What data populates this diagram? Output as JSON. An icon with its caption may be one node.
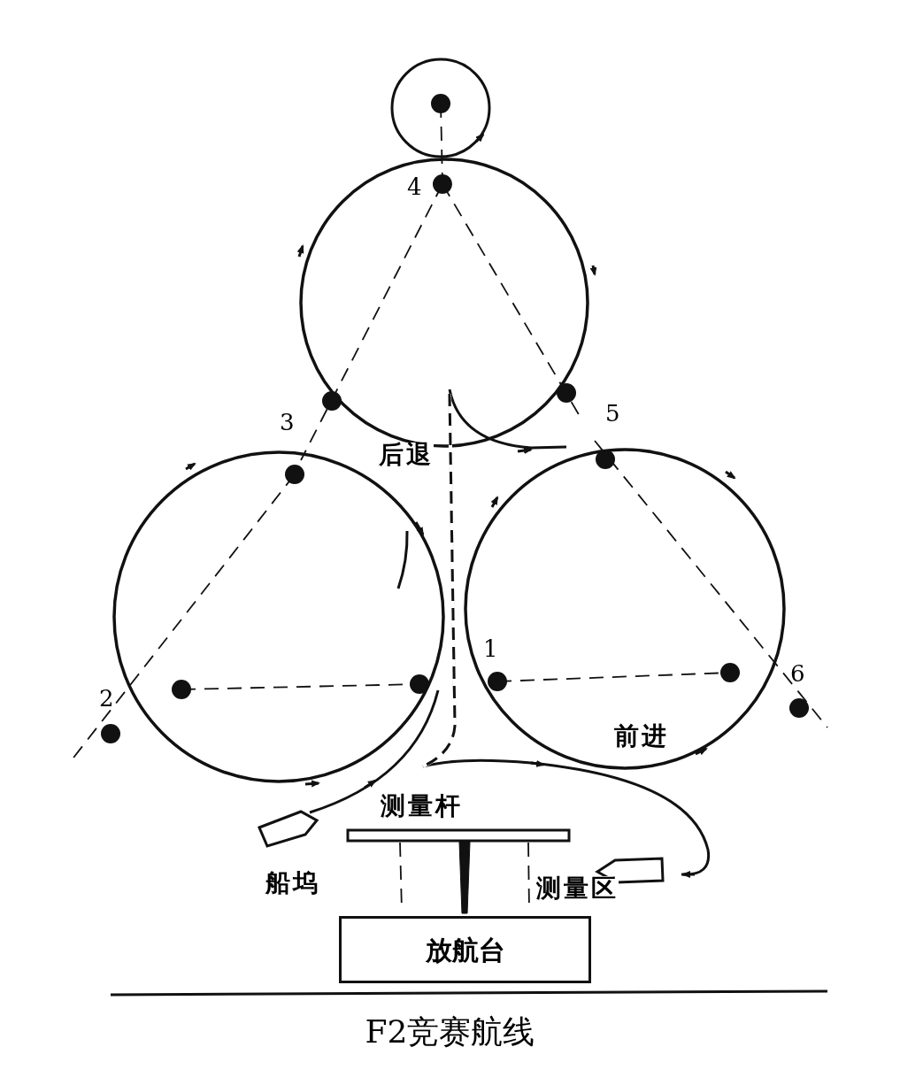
{
  "diagram": {
    "caption": "F2竞赛航线",
    "nodes": [
      {
        "text": [
          "放航台"
        ]
      }
    ],
    "labels": [
      "4",
      "3",
      "5",
      "后退",
      "2",
      "1",
      "6",
      "前进",
      "测量杆",
      "船坞",
      "测量区"
    ]
  }
}
